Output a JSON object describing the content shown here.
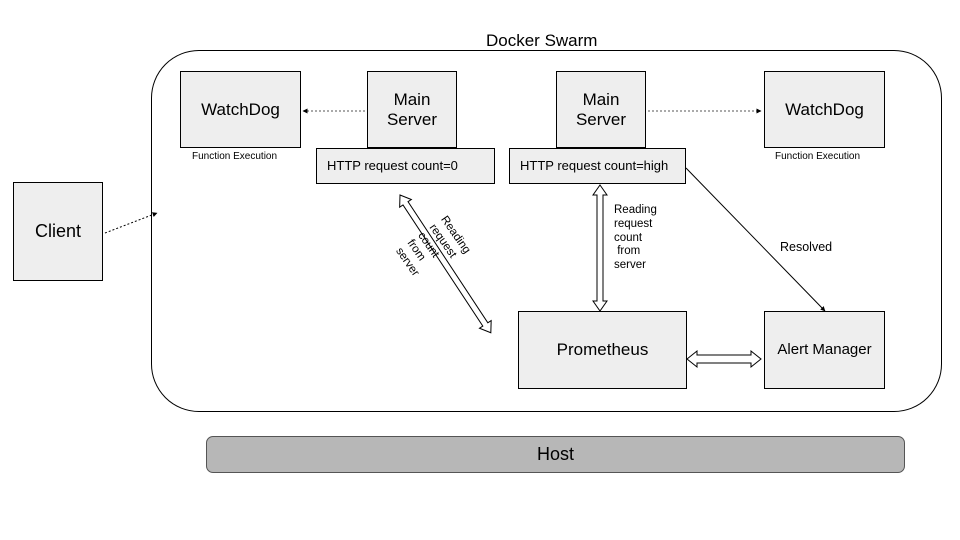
{
  "swarm": {
    "title": "Docker Swarm"
  },
  "host": {
    "label": "Host"
  },
  "client": {
    "label": "Client"
  },
  "left_group": {
    "watchdog": {
      "label": "WatchDog",
      "caption": "Function Execution"
    },
    "server": {
      "label": "Main\nServer",
      "counter": "HTTP request count=0"
    }
  },
  "right_group": {
    "server": {
      "label": "Main\nServer",
      "counter": "HTTP request count=high"
    },
    "watchdog": {
      "label": "WatchDog",
      "caption": "Function Execution"
    }
  },
  "prometheus": {
    "label": "Prometheus"
  },
  "alert_manager": {
    "label": "Alert Manager"
  },
  "edges": {
    "left_reading": "Reading\nrequest\ncount\nfrom\nserver",
    "right_reading": "Reading\nrequest\ncount\n from\nserver",
    "resolved": "Resolved"
  }
}
